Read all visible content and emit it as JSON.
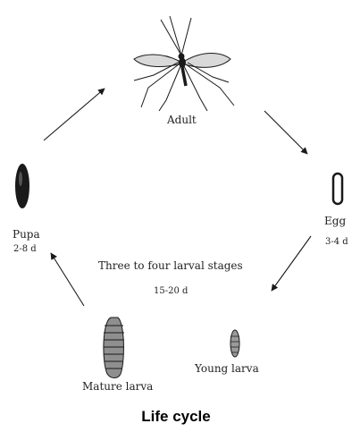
{
  "stages": {
    "adult": {
      "label": "Adult"
    },
    "egg": {
      "label": "Egg",
      "duration": "3-4 d"
    },
    "young_larva": {
      "label": "Young larva"
    },
    "mature_larva": {
      "label": "Mature larva"
    },
    "pupa": {
      "label": "Pupa",
      "duration": "2-8 d"
    }
  },
  "center": {
    "line1": "Three to four larval stages",
    "line2": "15-20 d"
  },
  "caption": "Life cycle",
  "colors": {
    "ink": "#1a1a1a",
    "background": "#ffffff"
  },
  "icons": [
    "mosquito-icon",
    "egg-icon",
    "young-larva-icon",
    "mature-larva-icon",
    "pupa-icon"
  ]
}
